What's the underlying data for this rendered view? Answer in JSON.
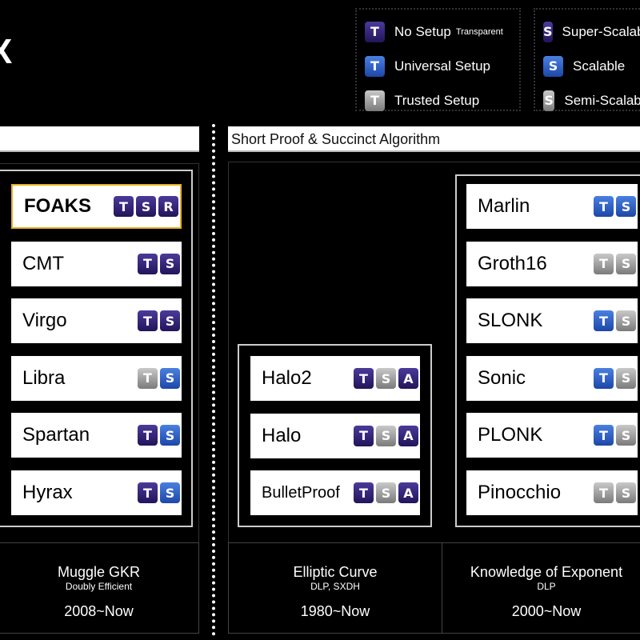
{
  "title_fragment": "X",
  "legend_setup": [
    {
      "letter": "T",
      "color": "purple",
      "label": "No Setup",
      "note": "Transparent"
    },
    {
      "letter": "T",
      "color": "blue",
      "label": "Universal Setup",
      "note": ""
    },
    {
      "letter": "T",
      "color": "gray",
      "label": "Trusted Setup",
      "note": ""
    }
  ],
  "legend_scale": [
    {
      "letter": "S",
      "color": "purple",
      "label": "Super-Scalable"
    },
    {
      "letter": "S",
      "color": "blue",
      "label": "Scalable"
    },
    {
      "letter": "S",
      "color": "gray",
      "label": "Semi-Scalable"
    }
  ],
  "headers": {
    "left": "",
    "right": "Short Proof & Succinct Algorithm"
  },
  "colors": {
    "purple": "#3a2a80",
    "blue": "#2a5ac8",
    "gray": "#999999",
    "highlight": "#e8b020"
  },
  "groups": [
    {
      "id": "gkr",
      "items": [
        {
          "name": "FOAKS",
          "highlight": true,
          "badges": [
            [
              "T",
              "purple"
            ],
            [
              "S",
              "purple"
            ],
            [
              "R",
              "purple"
            ]
          ]
        },
        {
          "name": "CMT",
          "badges": [
            [
              "T",
              "purple"
            ],
            [
              "S",
              "purple"
            ]
          ]
        },
        {
          "name": "Virgo",
          "badges": [
            [
              "T",
              "purple"
            ],
            [
              "S",
              "purple"
            ]
          ]
        },
        {
          "name": "Libra",
          "badges": [
            [
              "T",
              "gray"
            ],
            [
              "S",
              "blue"
            ]
          ]
        },
        {
          "name": "Spartan",
          "badges": [
            [
              "T",
              "purple"
            ],
            [
              "S",
              "blue"
            ]
          ]
        },
        {
          "name": "Hyrax",
          "badges": [
            [
              "T",
              "purple"
            ],
            [
              "S",
              "blue"
            ]
          ]
        }
      ]
    },
    {
      "id": "ec",
      "items": [
        {
          "name": "Halo2",
          "badges": [
            [
              "T",
              "purple"
            ],
            [
              "S",
              "gray"
            ],
            [
              "A",
              "purple"
            ]
          ]
        },
        {
          "name": "Halo",
          "badges": [
            [
              "T",
              "purple"
            ],
            [
              "S",
              "gray"
            ],
            [
              "A",
              "purple"
            ]
          ]
        },
        {
          "name": "BulletProof",
          "badges": [
            [
              "T",
              "purple"
            ],
            [
              "S",
              "gray"
            ],
            [
              "A",
              "purple"
            ]
          ]
        }
      ]
    },
    {
      "id": "koe",
      "items": [
        {
          "name": "Marlin",
          "badges": [
            [
              "T",
              "blue"
            ],
            [
              "S",
              "blue"
            ]
          ]
        },
        {
          "name": "Groth16",
          "badges": [
            [
              "T",
              "gray"
            ],
            [
              "S",
              "gray"
            ]
          ]
        },
        {
          "name": "SLONK",
          "badges": [
            [
              "T",
              "blue"
            ],
            [
              "S",
              "gray"
            ]
          ]
        },
        {
          "name": "Sonic",
          "badges": [
            [
              "T",
              "blue"
            ],
            [
              "S",
              "gray"
            ]
          ]
        },
        {
          "name": "PLONK",
          "badges": [
            [
              "T",
              "blue"
            ],
            [
              "S",
              "gray"
            ]
          ]
        },
        {
          "name": "Pinocchio",
          "badges": [
            [
              "T",
              "gray"
            ],
            [
              "S",
              "gray"
            ]
          ]
        }
      ]
    }
  ],
  "foundations": [
    {
      "name": "Muggle GKR",
      "sub": "Doubly Efficient",
      "years": "2008~Now"
    },
    {
      "name": "Elliptic Curve",
      "sub": "DLP, SXDH",
      "years": "1980~Now"
    },
    {
      "name": "Knowledge of Exponent",
      "sub": "DLP",
      "years": "2000~Now"
    }
  ]
}
